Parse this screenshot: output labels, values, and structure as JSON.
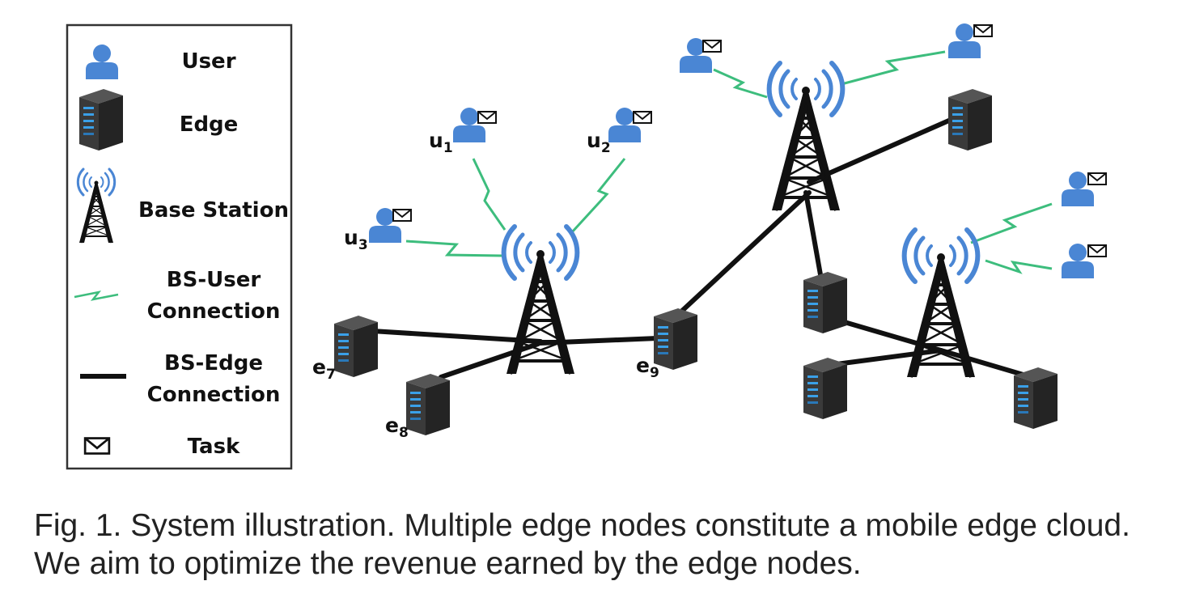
{
  "legend": {
    "items": [
      {
        "icon": "user-icon",
        "label": "User"
      },
      {
        "icon": "edge-server-icon",
        "label": "Edge"
      },
      {
        "icon": "base-station-icon",
        "label": "Base Station"
      },
      {
        "icon": "wireless-link-icon",
        "label": [
          "BS-User",
          "Connection"
        ]
      },
      {
        "icon": "wired-link-icon",
        "label": [
          "BS-Edge",
          "Connection"
        ]
      },
      {
        "icon": "envelope-icon",
        "label": "Task"
      }
    ]
  },
  "diagram": {
    "node_labels": {
      "u1": {
        "base": "u",
        "sub": "1"
      },
      "u2": {
        "base": "u",
        "sub": "2"
      },
      "u3": {
        "base": "u",
        "sub": "3"
      },
      "e7": {
        "base": "e",
        "sub": "7"
      },
      "e8": {
        "base": "e",
        "sub": "8"
      },
      "e9": {
        "base": "e",
        "sub": "9"
      }
    },
    "colors": {
      "user": "#4a86d4",
      "wireless": "#3dbd7d",
      "wired": "#111111",
      "tower": "#111111",
      "server": "#2e2e2e",
      "server_led": "#3aa0e8"
    }
  },
  "caption": {
    "text": "Fig. 1. System illustration. Multiple edge nodes constitute a mobile edge cloud. We aim to optimize the revenue earned by the edge nodes."
  }
}
